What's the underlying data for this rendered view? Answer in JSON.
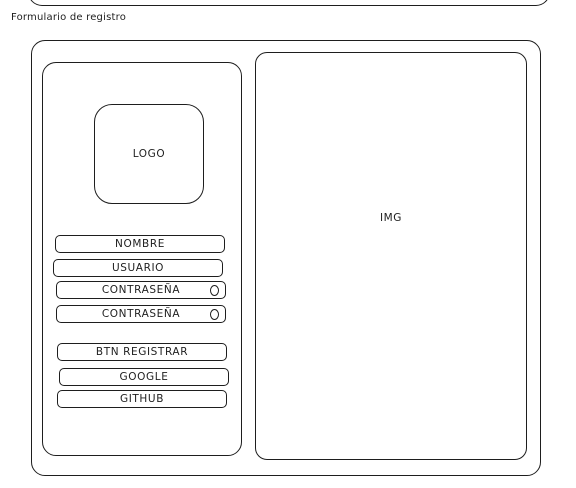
{
  "page": {
    "title": "Formulario de registro"
  },
  "form": {
    "logo_label": "LOGO",
    "image_label": "IMG",
    "fields": {
      "name": "NOMBRE",
      "username": "USUARIO",
      "password": "CONTRASEÑA",
      "password_confirm": "CONTRASEÑA"
    },
    "icons": {
      "password_toggle": "eye-toggle-icon"
    },
    "buttons": {
      "register": "BTN REGISTRAR",
      "google": "GOOGLE",
      "github": "GITHUB"
    }
  }
}
